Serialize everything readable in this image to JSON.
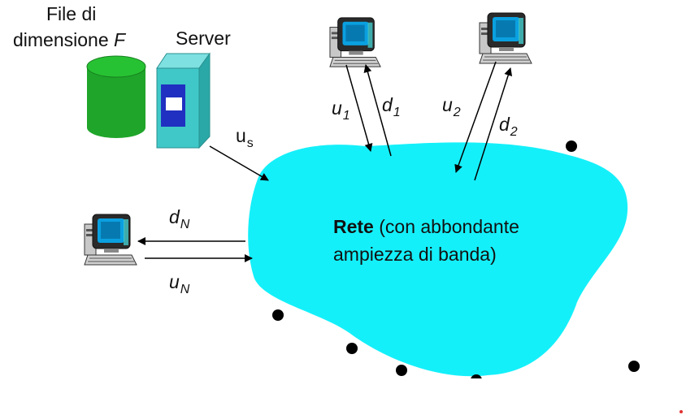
{
  "file_label_line1": "File di",
  "file_label_line2": "dimensione",
  "file_label_F": "F",
  "server_label": "Server",
  "us": {
    "base": "u",
    "sub": "s"
  },
  "u1": {
    "base": "u",
    "sub": "1"
  },
  "d1": {
    "base": "d",
    "sub": "1"
  },
  "u2": {
    "base": "u",
    "sub": "2"
  },
  "d2": {
    "base": "d",
    "sub": "2"
  },
  "dN": {
    "base": "d",
    "sub": "N"
  },
  "uN": {
    "base": "u",
    "sub": "N"
  },
  "network": {
    "bold": "Rete",
    "rest_line1": " (con abbondante",
    "line2": "ampiezza di banda)"
  },
  "colors": {
    "cloud": "#14F0FA",
    "database": "#1FA52A",
    "server_body": "#40C8C8",
    "server_panel": "#2030C0"
  },
  "icons": [
    "computer-icon",
    "database-icon",
    "server-icon"
  ]
}
